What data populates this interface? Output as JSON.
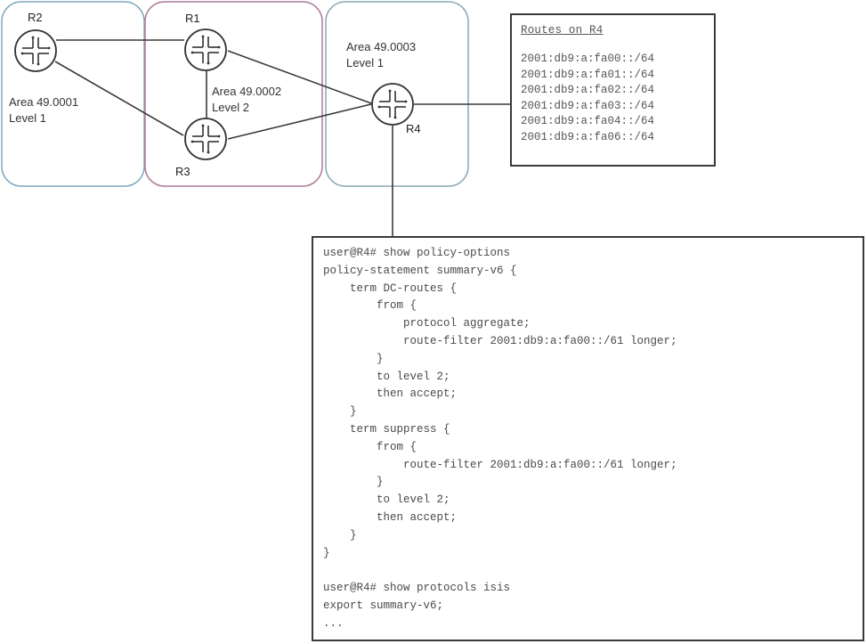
{
  "diagram": {
    "areas": [
      {
        "id": "area-49-0001",
        "name": "Area 49.0001",
        "level": "Level 1",
        "border_color": "#7fa9bd"
      },
      {
        "id": "area-49-0002",
        "name": "Area 49.0002",
        "level": "Level 2",
        "border_color": "#b07a98"
      },
      {
        "id": "area-49-0003",
        "name": "Area 49.0003",
        "level": "Level 1",
        "border_color": "#8aa8b8"
      }
    ],
    "routers": [
      {
        "id": "R2",
        "label": "R2"
      },
      {
        "id": "R1",
        "label": "R1"
      },
      {
        "id": "R3",
        "label": "R3"
      },
      {
        "id": "R4",
        "label": "R4"
      }
    ],
    "links": [
      [
        "R2",
        "R1"
      ],
      [
        "R2",
        "R3"
      ],
      [
        "R1",
        "R3"
      ],
      [
        "R1",
        "R4"
      ],
      [
        "R3",
        "R4"
      ],
      [
        "R4",
        "routes-box"
      ],
      [
        "R4",
        "cli-box"
      ]
    ]
  },
  "routes_box": {
    "title": "Routes on R4",
    "routes": [
      "2001:db9:a:fa00::/64",
      "2001:db9:a:fa01::/64",
      "2001:db9:a:fa02::/64",
      "2001:db9:a:fa03::/64",
      "2001:db9:a:fa04::/64",
      "2001:db9:a:fa06::/64"
    ]
  },
  "cli": {
    "lines": [
      "user@R4# show policy-options",
      "policy-statement summary-v6 {",
      "    term DC-routes {",
      "        from {",
      "            protocol aggregate;",
      "            route-filter 2001:db9:a:fa00::/61 longer;",
      "        }",
      "        to level 2;",
      "        then accept;",
      "    }",
      "    term suppress {",
      "        from {",
      "            route-filter 2001:db9:a:fa00::/61 longer;",
      "        }",
      "        to level 2;",
      "        then accept;",
      "    }",
      "}",
      "",
      "user@R4# show protocols isis",
      "export summary-v6;",
      "..."
    ]
  }
}
